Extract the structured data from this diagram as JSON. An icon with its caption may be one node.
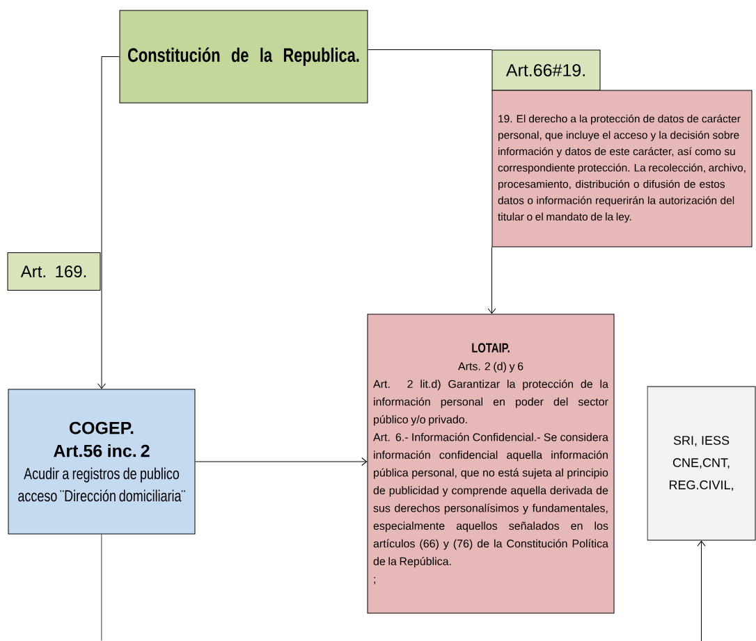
{
  "diagram": {
    "nodes": [
      {
        "text": [
          "Constitución de la Republica."
        ]
      },
      {
        "text": [
          "Art.66#19."
        ]
      },
      {
        "text": [
          "19. El derecho a la protección de datos de carácter personal, que incluye el acceso y la decisión sobre información y datos de este carácter, así como su correspondiente protección. La recolección, archivo, procesamiento, distribución o difusión de estos datos o información requerirán la autorización del titular o el mandato de la ley."
        ]
      },
      {
        "text": [
          "COGEP.",
          "Art.56 inc. 2",
          "Acudir a registros de publico acceso ¨Dirección domiciliaria¨"
        ]
      },
      {
        "text": [
          "LOTAIP.",
          "Arts. 2 (d) y 6",
          "Art. 2 lit.d) Garantizar la protección de la información personal en poder del sector público y/o privado.",
          "Art. 6.- Información Confidencial.- Se considera información confidencial aquella información pública personal, que no está sujeta al principio de publicidad y comprende aquella derivada de sus derechos personalísimos y fundamentales, especialmente aquellos señalados en los artículos (66) y (76) de la Constitución Política de la República.",
          ";"
        ]
      },
      {
        "text": [
          "SRI, IESS CNE,CNT, REG.CIVIL,"
        ]
      }
    ],
    "edges": [
      {
        "from": 0,
        "to": 1,
        "arrow": "none"
      },
      {
        "from": 0,
        "to": 3,
        "arrow": "to",
        "label": "Art. 169."
      },
      {
        "from": 2,
        "to": 4,
        "arrow": "to"
      },
      {
        "from": 3,
        "to": 4,
        "arrow": "to"
      },
      {
        "from": 3,
        "to": null,
        "arrow": "none"
      },
      {
        "from": null,
        "to": 5,
        "arrow": "to"
      }
    ]
  }
}
